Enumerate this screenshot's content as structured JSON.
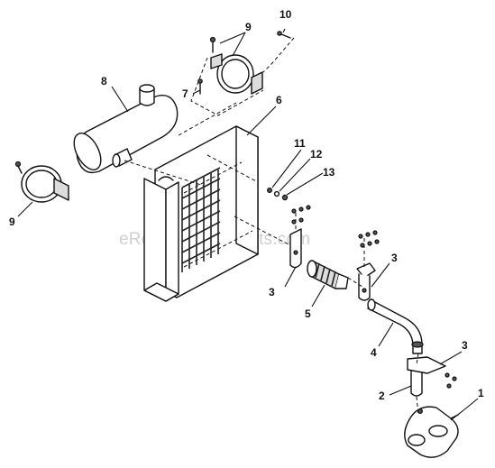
{
  "watermark": "eReplacementParts.com",
  "callouts": {
    "c1": "1",
    "c2": "2",
    "c3a": "3",
    "c3b": "3",
    "c3c": "3",
    "c4": "4",
    "c5": "5",
    "c6": "6",
    "c7": "7",
    "c8": "8",
    "c9a": "9",
    "c9b": "9",
    "c10": "10",
    "c11": "11",
    "c12": "12",
    "c13": "13"
  }
}
